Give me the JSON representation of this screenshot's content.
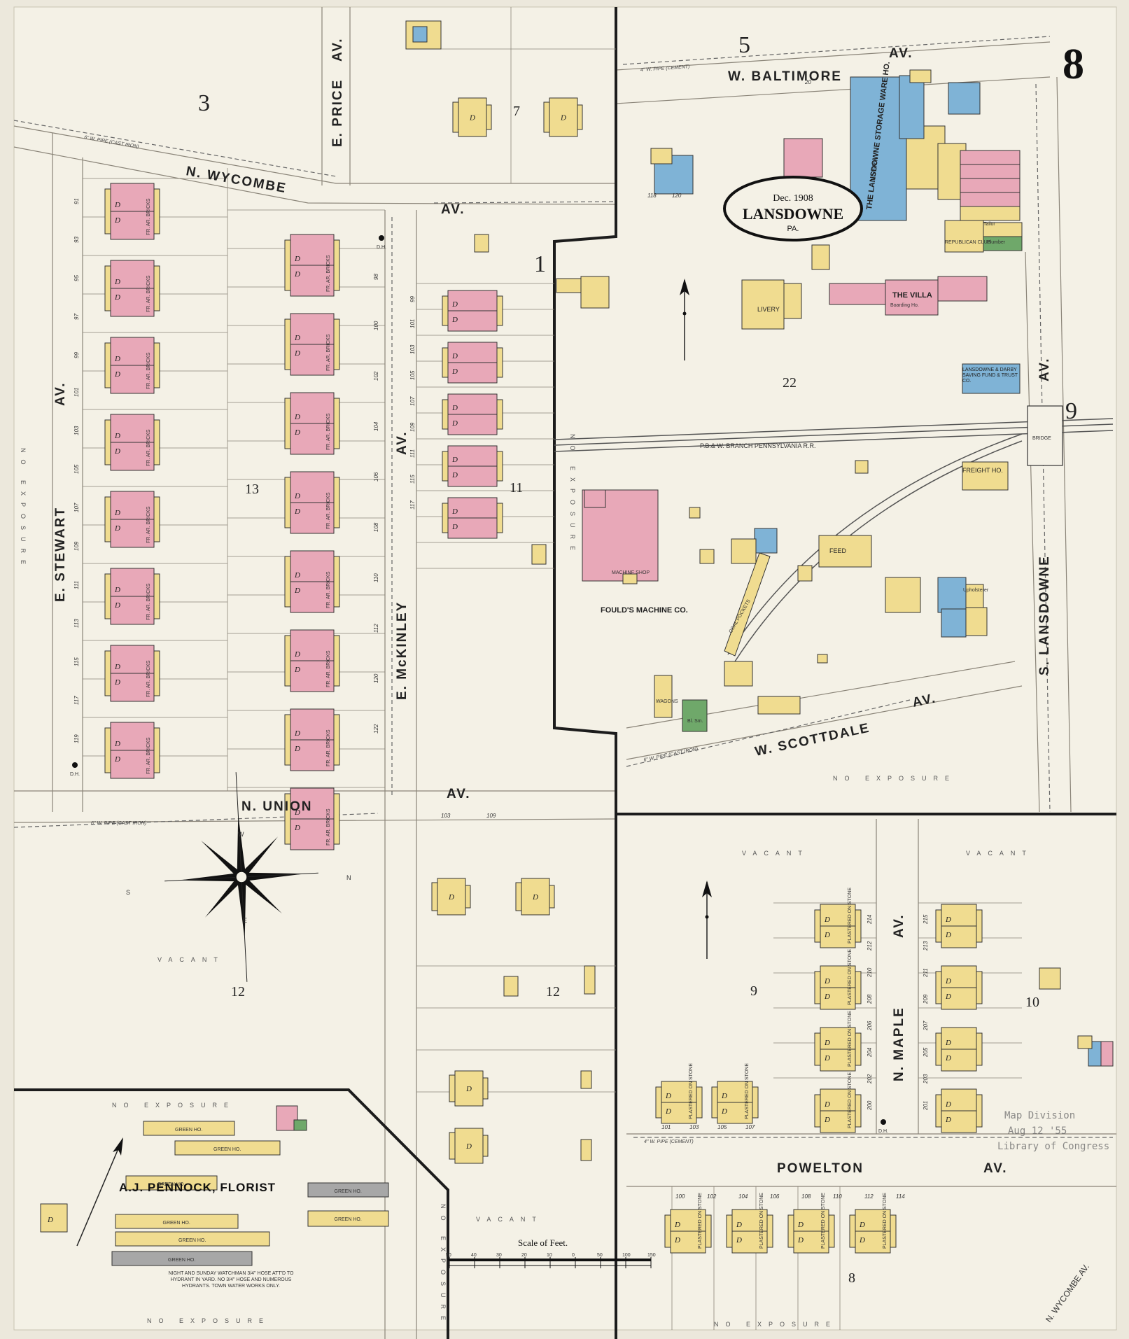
{
  "sheet_number": "8",
  "title_cartouche": {
    "date": "Dec. 1908",
    "place": "LANSDOWNE",
    "state": "PA."
  },
  "stamp": {
    "line1": "Map Division",
    "line2": "Aug 12 '55",
    "line3": "Library of Congress"
  },
  "scale": {
    "label": "Scale of Feet.",
    "ticks": [
      "50",
      "40",
      "30",
      "20",
      "10",
      "0",
      "50",
      "100",
      "150"
    ]
  },
  "compass_letters": {
    "n": "N",
    "s": "S",
    "e": "E",
    "w": "W"
  },
  "streets": {
    "w_baltimore": "W. BALTIMORE",
    "av": "AV.",
    "n_wycombe": "N. WYCOMBE",
    "e_price": "E. PRICE",
    "e_stewart": "E. STEWART",
    "e_mckinley": "E. McKINLEY",
    "n_union": "N. UNION",
    "w_scottdale": "W. SCOTTDALE",
    "s_lansdowne": "S. LANSDOWNE",
    "n_maple": "N. MAPLE",
    "powelton": "POWELTON",
    "n_wycombe_av": "N. WYCOMBE AV.",
    "railroad": "P.B.& W. BRANCH   PENNSYLVANIA R.R."
  },
  "block_numbers": {
    "b3": "3",
    "b5": "5",
    "b7": "7",
    "b1": "1",
    "b13": "13",
    "b11": "11",
    "b22": "22",
    "b9a": "9",
    "b9b": "9",
    "b10": "10",
    "b12a": "12",
    "b12b": "12",
    "b8": "8"
  },
  "labels": {
    "storage": "THE LANSDOWNE STORAGE WARE HO.",
    "livery": "LIVERY",
    "livery2": "LIVERY",
    "villa": "THE VILLA",
    "boarding": "Boarding Ho.",
    "republican": "REPUBLICAN CLUB",
    "tailor": "Tailor",
    "plumber": "Plumber",
    "bank": "LANSDOWNE & DARBY SAVING FUND & TRUST CO.",
    "freight": "FREIGHT HO.",
    "feed": "FEED",
    "upholsterer": "Upholsterer",
    "foulds": "FOULD'S MACHINE CO.",
    "machine_shop": "MACHINE SHOP",
    "bridge": "BRIDGE",
    "bl_sm": "Bl. Sm.",
    "wagons": "WAGONS",
    "coal_pockets": "COAL POCKETS",
    "pennock": "A.J. PENNOCK, FLORIST",
    "green_ho": "GREEN HO.",
    "no_exposure": "NO EXPOSURE",
    "vacant": "VACANT",
    "fire_note": "NIGHT AND SUNDAY WATCHMAN 3/4\" HOSE ATT'D TO HYDRANT IN YARD. NO 3/4\" HOSE AND NUMEROUS HYDRANTS. TOWN WATER WORKS ONLY.",
    "d": "D",
    "dh": "D.H.",
    "pipe_cast": "6\" W. PIPE (CAST IRON)",
    "pipe_cement": "4\" W. PIPE (CEMENT)",
    "plastered": "PLASTERED ON STONE",
    "fr_ar_bricks": "FR. AR. BRICKS"
  },
  "house_numbers": {
    "stewart": [
      "91",
      "93",
      "95",
      "97",
      "99",
      "101",
      "103",
      "105",
      "107",
      "109",
      "111",
      "113",
      "115",
      "117",
      "119"
    ],
    "mckinley_w": [
      "98",
      "100",
      "102",
      "104",
      "106",
      "108",
      "110",
      "112",
      "120",
      "122"
    ],
    "mckinley_e": [
      "99",
      "101",
      "103",
      "105",
      "107",
      "109",
      "111",
      "115",
      "117"
    ],
    "maple_w": [
      "214",
      "212",
      "210",
      "208",
      "206",
      "204",
      "202",
      "200"
    ],
    "maple_e": [
      "215",
      "213",
      "211",
      "209",
      "207",
      "205",
      "203",
      "201"
    ],
    "powelton_n": [
      "101",
      "103",
      "105",
      "107"
    ],
    "powelton_s": [
      "100",
      "102",
      "104",
      "106",
      "108",
      "110",
      "112",
      "114"
    ],
    "union": [
      "103",
      "109"
    ],
    "baltimore": [
      "20",
      "118",
      "120"
    ]
  },
  "colors": {
    "paper": "#ece8dc",
    "frame": "#f4f1e6",
    "brick": "#e8a8b8",
    "frame_bldg": "#f0dc90",
    "stone": "#7fb3d6",
    "green_bldg": "#6fa86a",
    "grey_bldg": "#a7a7a7",
    "outline": "#333333"
  }
}
